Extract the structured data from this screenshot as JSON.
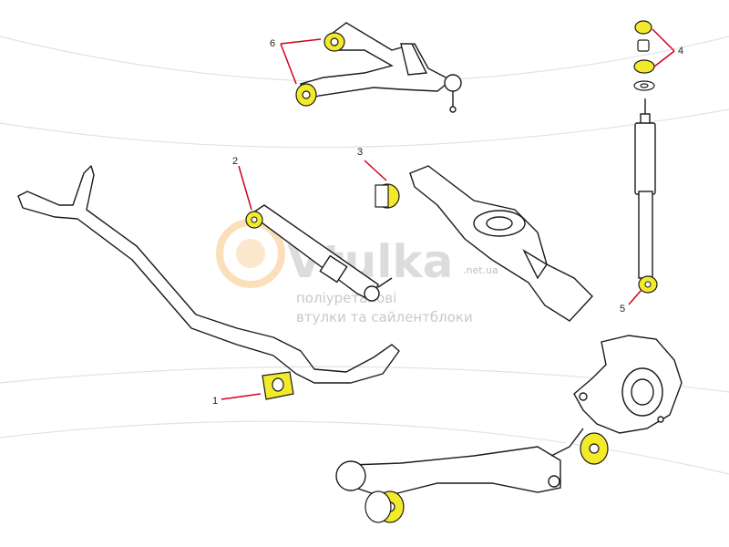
{
  "watermark": {
    "brand": "Vtulka",
    "domain": ".net.ua",
    "tagline_line1": "поліуретанові",
    "tagline_line2": "втулки та сайлентблоки"
  },
  "callouts": [
    {
      "id": "1",
      "label": "1"
    },
    {
      "id": "2",
      "label": "2"
    },
    {
      "id": "3",
      "label": "3"
    },
    {
      "id": "4",
      "label": "4"
    },
    {
      "id": "5",
      "label": "5"
    },
    {
      "id": "6",
      "label": "6"
    }
  ],
  "colors": {
    "bushing": "#f2ea2a",
    "leader": "#d0021b",
    "line": "#1a1a1a",
    "watermark": "#d9d9d9",
    "watermark_accent": "#f7c98c"
  }
}
